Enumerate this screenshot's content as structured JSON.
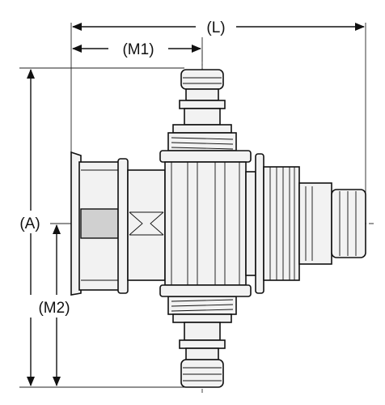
{
  "dimensions": {
    "L": "(L)",
    "M1": "(M1)",
    "A": "(A)",
    "M2": "(M2)"
  },
  "colors": {
    "line": "#111111",
    "fill": "#f2f2f2",
    "shade": "#d0d0d0"
  }
}
